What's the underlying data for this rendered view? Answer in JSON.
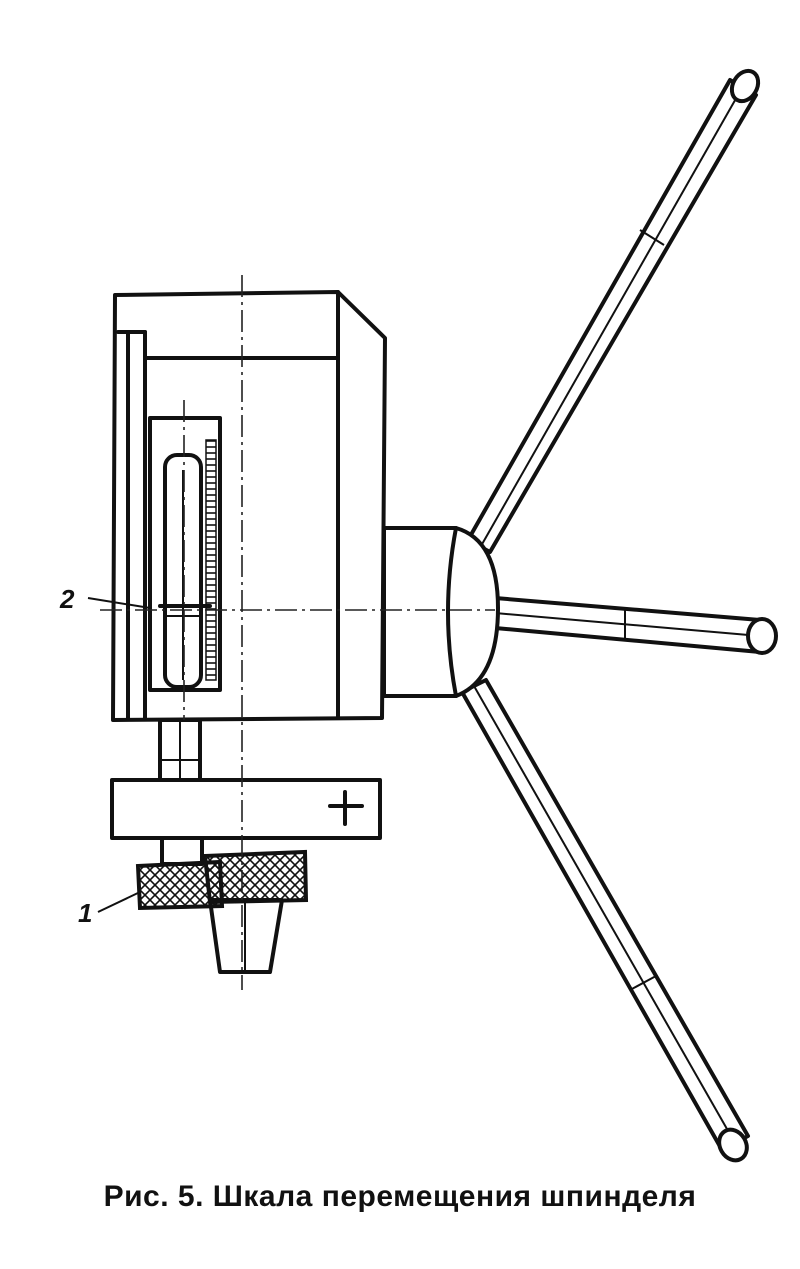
{
  "figure": {
    "caption": "Рис. 5. Шкала перемещения шпинделя",
    "callouts": [
      {
        "id": "1",
        "label": "1"
      },
      {
        "id": "2",
        "label": "2"
      }
    ]
  }
}
